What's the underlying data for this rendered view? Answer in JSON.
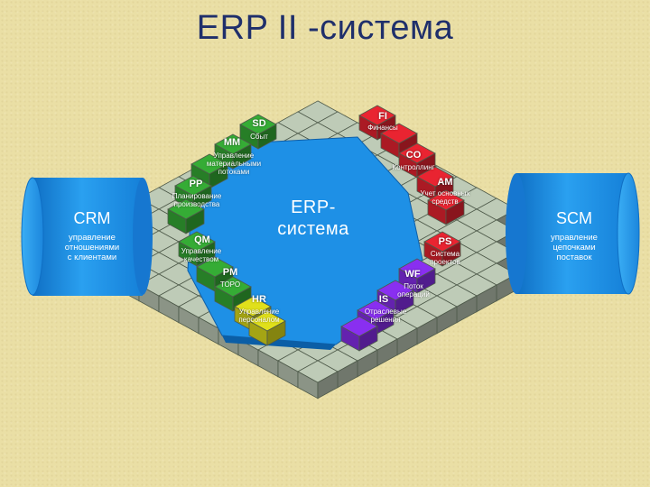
{
  "title": "ERP II -система",
  "center_label": "ERP-\nсистема",
  "crm": {
    "label": "CRM",
    "caption": "управление\nотношениями\nс клиентами"
  },
  "scm": {
    "label": "SCM",
    "caption": "управление\nцепочками\nпоставок"
  },
  "modules": {
    "sd": {
      "code": "SD",
      "desc": "Сбыт"
    },
    "mm": {
      "code": "MM",
      "desc": "Управление\nматериальными\nпотоками"
    },
    "pp": {
      "code": "PP",
      "desc": "Планирование\nпроизводства"
    },
    "qm": {
      "code": "QM",
      "desc": "Управление\nкачеством"
    },
    "pm": {
      "code": "PM",
      "desc": "ТОРО"
    },
    "hr": {
      "code": "HR",
      "desc": "Управление\nперсоналом"
    },
    "fi": {
      "code": "FI",
      "desc": "Финансы"
    },
    "co": {
      "code": "CO",
      "desc": "Контроллинг"
    },
    "am": {
      "code": "AM",
      "desc": "Учет основных\nсредств"
    },
    "ps": {
      "code": "PS",
      "desc": "Система\nпроектов"
    },
    "wf": {
      "code": "WF",
      "desc": "Поток\nопераций"
    },
    "is": {
      "code": "IS",
      "desc": "Отраслевые\nрешения"
    }
  },
  "colors": {
    "background": "#eadfa5",
    "title": "#1f2f6b",
    "center": "#1e90e6",
    "cylinder": "#1e8fe6",
    "grid_block": "#aab5a3",
    "green": "#2f9a2f",
    "red": "#d0202c",
    "purple": "#7a2ad6",
    "yellow": "#c8c818"
  }
}
